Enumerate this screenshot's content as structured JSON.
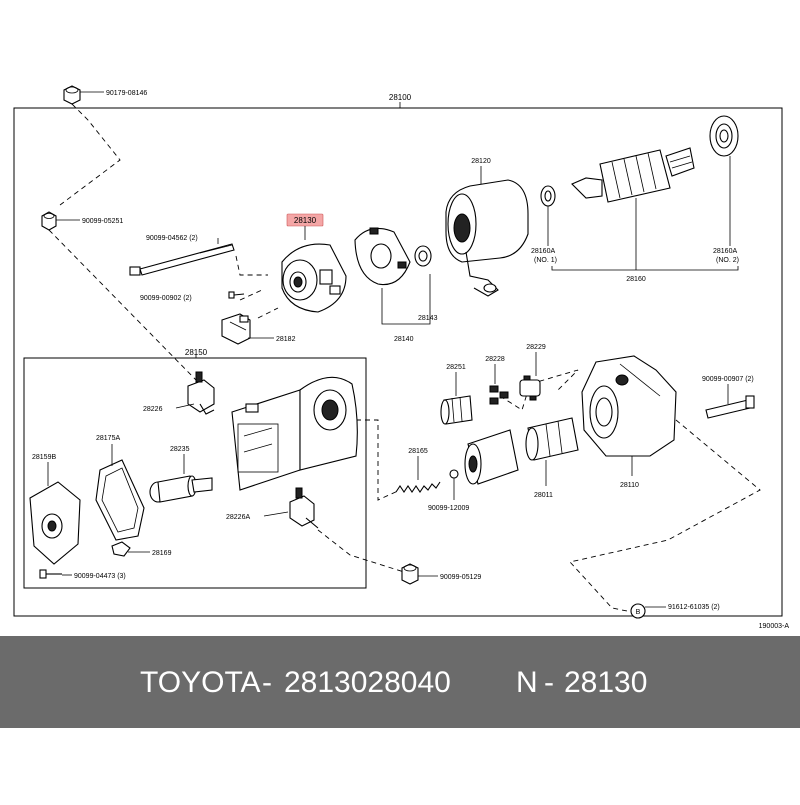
{
  "diagram": {
    "assembly_label": "28100",
    "figure_code": "190003-A",
    "highlight_color": "#f4a6a6",
    "highlighted_part": "28130",
    "callouts": {
      "p_90179_08146": "90179-08146",
      "p_90099_05251": "90099-05251",
      "p_90099_04562": "90099-04562 (2)",
      "p_90099_00902": "90099-00902 (2)",
      "p_28130": "28130",
      "p_28182": "28182",
      "p_28120": "28120",
      "p_28140": "28140",
      "p_28143": "28143",
      "p_28160a_1": "28160A",
      "p_28160a_1_note": "(NO. 1)",
      "p_28160a_2": "28160A",
      "p_28160a_2_note": "(NO. 2)",
      "p_28160": "28160",
      "p_28150": "28150",
      "p_28226": "28226",
      "p_28159b": "28159B",
      "p_28175a": "28175A",
      "p_28235": "28235",
      "p_28226a": "28226A",
      "p_28169": "28169",
      "p_90099_04473": "90099-04473 (3)",
      "p_90099_05129": "90099-05129",
      "p_28165": "28165",
      "p_90099_12009": "90099-12009",
      "p_28251": "28251",
      "p_28228": "28228",
      "p_28229": "28229",
      "p_28011": "28011",
      "p_90099_00907": "90099-00907 (2)",
      "p_28110": "28110",
      "p_91612_61035": "91612-61035 (2)",
      "ref_b": "B"
    }
  },
  "footer": {
    "background": "#6b6b6b",
    "brand": "TOYOTA",
    "separator": "-",
    "part_number": "2813028040",
    "n_prefix": "N",
    "n_separator": "-",
    "n_value": "28130"
  }
}
